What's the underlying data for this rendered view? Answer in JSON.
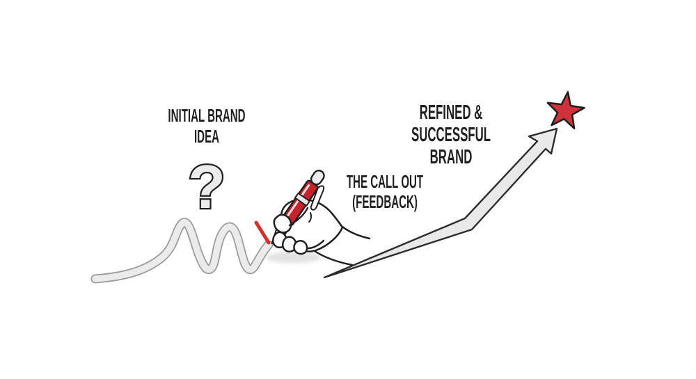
{
  "figure": {
    "type": "whiteboard-illustration",
    "description_visible_elements": [
      "question-mark",
      "scribble-wave",
      "hand-holding-red-pen",
      "rising-arrow",
      "red-star"
    ]
  },
  "stages": [
    {
      "label": "INITIAL BRAND\nIDEA",
      "symbol": "question-mark-icon",
      "glyph": "?"
    },
    {
      "label": "THE CALL OUT\n(FEEDBACK)",
      "symbol": "red-pen-in-hand-icon"
    },
    {
      "label": "REFINED & SUCCESSFUL\nBRAND",
      "symbol": "red-star-icon"
    }
  ],
  "colors": {
    "ink": "#1f1f1f",
    "accent_red": "#d0313a",
    "pen_red": "#c6242c",
    "sketch_fill": "#ebebeb",
    "sketch_outline": "#9a9a9a",
    "background": "#ffffff"
  }
}
